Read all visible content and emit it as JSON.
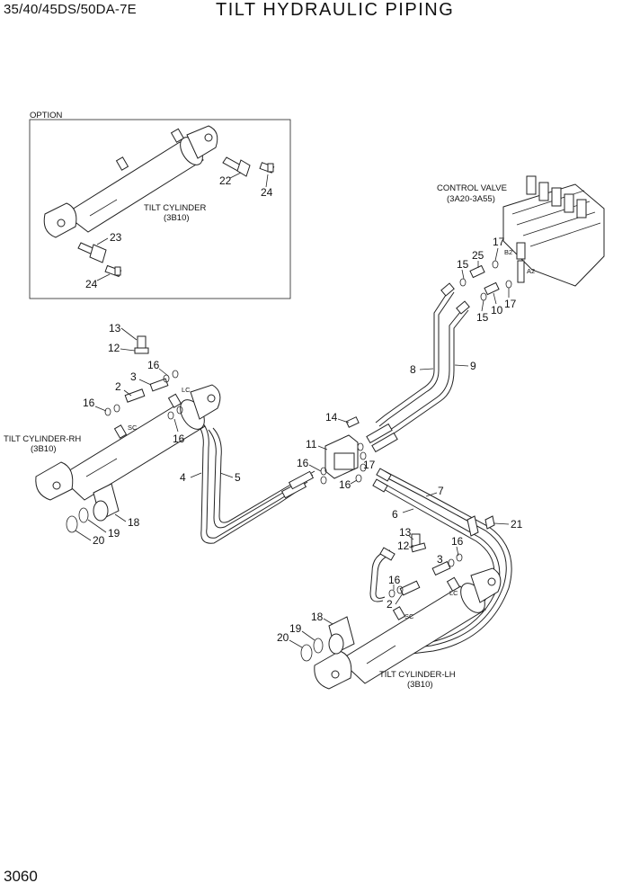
{
  "header": {
    "model": "35/40/45DS/50DA-7E",
    "title": "TILT HYDRAULIC PIPING"
  },
  "page_number": "3060",
  "option_box": {
    "label": "OPTION",
    "cylinder_name": "TILT CYLINDER",
    "cylinder_ref": "(3B10)",
    "callouts": [
      "22",
      "24",
      "23",
      "24"
    ]
  },
  "control_valve": {
    "name": "CONTROL VALVE",
    "ref": "(3A20-3A55)",
    "port_b": "B2",
    "port_a": "A2"
  },
  "cylinder_rh": {
    "name": "TILT CYLINDER-RH",
    "ref": "(3B10)",
    "port_lc": "LC",
    "port_sc": "SC"
  },
  "cylinder_lh": {
    "name": "TILT CYLINDER-LH",
    "ref": "(3B10)",
    "port_lc": "LC",
    "port_sc": "SC"
  },
  "callouts": [
    "13",
    "12",
    "3",
    "16",
    "2",
    "16",
    "16",
    "4",
    "5",
    "18",
    "19",
    "20",
    "14",
    "11",
    "16",
    "17",
    "16",
    "8",
    "9",
    "15",
    "25",
    "17",
    "15",
    "10",
    "17",
    "7",
    "6",
    "21",
    "13",
    "12",
    "3",
    "16",
    "16",
    "2",
    "18",
    "19",
    "20"
  ]
}
